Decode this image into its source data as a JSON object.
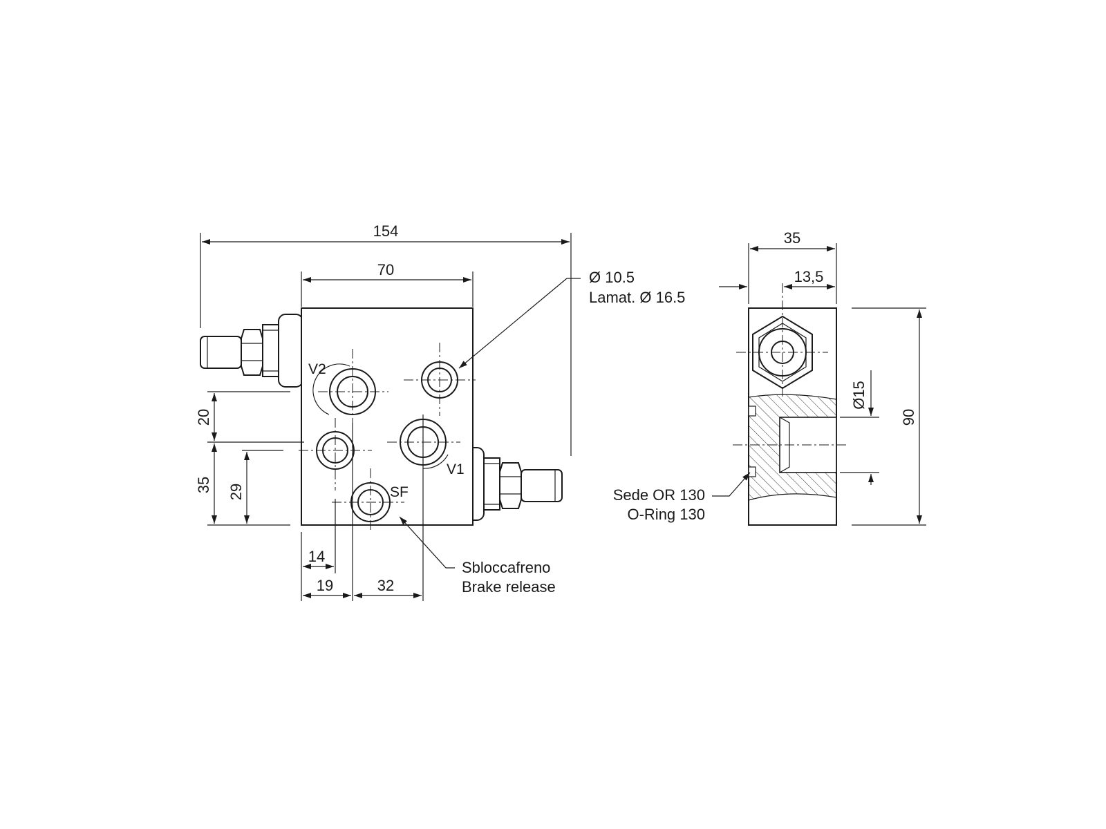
{
  "front_view": {
    "dimensions": {
      "overall_width": "154",
      "block_width": "70",
      "v1_to_v2_vertical": "20",
      "v1_height": "35",
      "sf_height": "29",
      "sf_offset": "14",
      "lower_port_offset": "19",
      "v1_offset": "32"
    },
    "ports": {
      "v2": "V2",
      "v1": "V1",
      "sf": "SF"
    },
    "callouts": {
      "hole_line1": "Ø 10.5",
      "hole_line2": "Lamat. Ø 16.5",
      "brake_line1": "Sbloccafreno",
      "brake_line2": "Brake release"
    }
  },
  "side_view": {
    "dimensions": {
      "width": "35",
      "port_offset": "13,5",
      "bore_diameter": "Ø15",
      "height": "90"
    },
    "callouts": {
      "oring_line1": "Sede OR 130",
      "oring_line2": "O-Ring 130"
    }
  }
}
